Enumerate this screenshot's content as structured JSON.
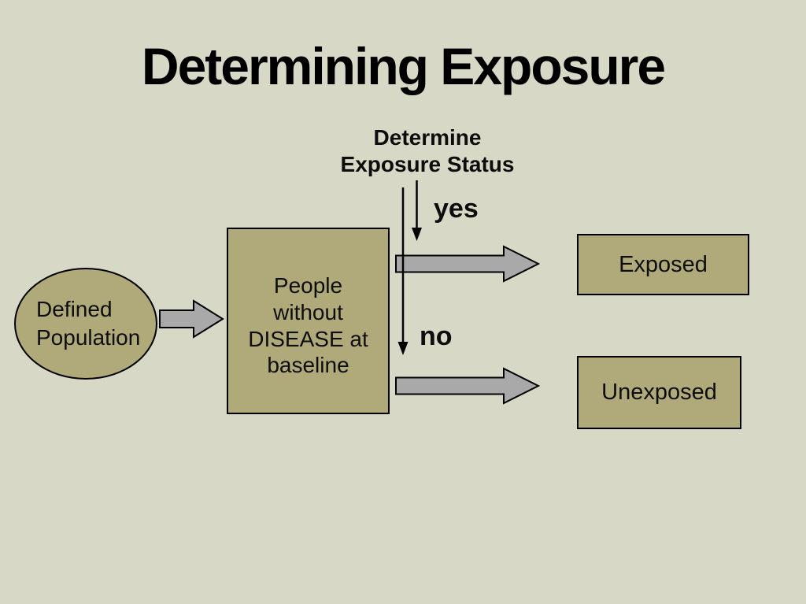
{
  "slide": {
    "title": "Determining Exposure"
  },
  "colors": {
    "background": "#d8d8c6",
    "shape_fill": "#b0aa7b",
    "block_arrow_fill": "#a9a9a9",
    "outline": "#000000",
    "text": "#0d0d0d"
  },
  "diagram": {
    "decision_label": "Determine Exposure Status",
    "yes_label": "yes",
    "no_label": "no",
    "nodes": {
      "population": {
        "label": "Defined Population",
        "shape": "ellipse"
      },
      "cohort": {
        "label": "People without DISEASE at baseline",
        "shape": "rectangle"
      },
      "exposed": {
        "label": "Exposed",
        "shape": "rectangle"
      },
      "unexposed": {
        "label": "Unexposed",
        "shape": "rectangle"
      }
    },
    "arrows": [
      {
        "name": "population-to-cohort",
        "direction": "right",
        "style": "block"
      },
      {
        "name": "decision-yes-branch",
        "direction": "down",
        "style": "line"
      },
      {
        "name": "decision-no-branch",
        "direction": "down",
        "style": "line"
      },
      {
        "name": "cohort-to-exposed",
        "direction": "right",
        "style": "block"
      },
      {
        "name": "cohort-to-unexposed",
        "direction": "right",
        "style": "block"
      }
    ]
  }
}
